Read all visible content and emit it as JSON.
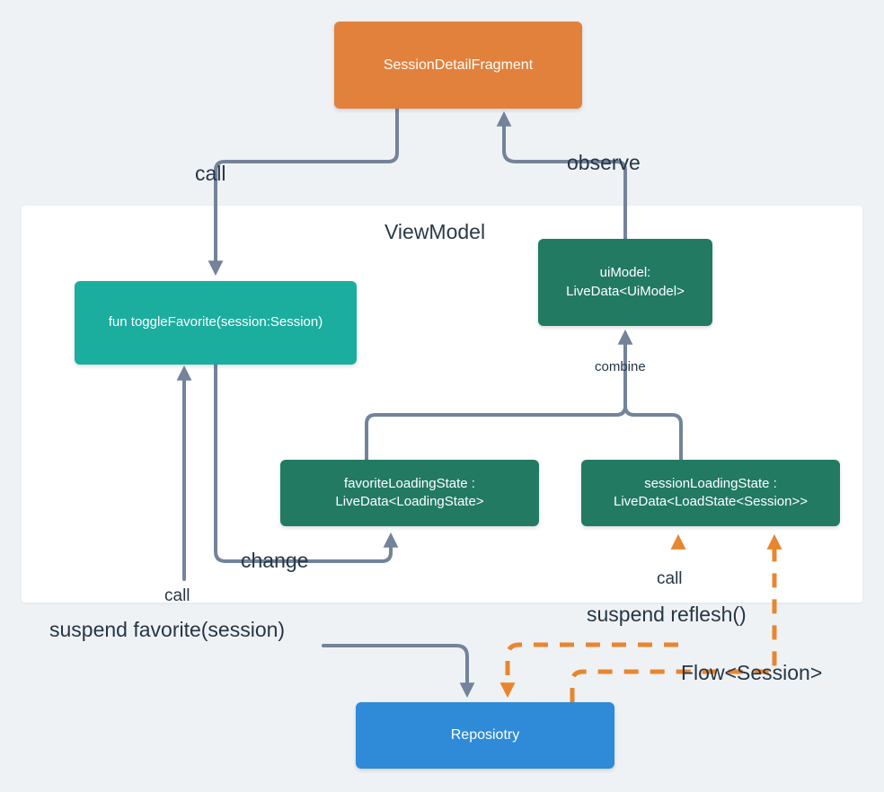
{
  "diagram": {
    "title": "ViewModel architecture flow",
    "background_color": "#eff2f5",
    "panel": {
      "label": "ViewModel",
      "background_color": "#ffffff"
    },
    "colors": {
      "fragment": "#e2813c",
      "function": "#1bae9e",
      "livedata": "#227a63",
      "repository": "#2f8bd8",
      "solid_edge": "#73839a",
      "dashed_edge": "#e8862f",
      "label_text": "#253746"
    },
    "nodes": {
      "fragment": {
        "label": "SessionDetailFragment"
      },
      "toggle_favorite": {
        "label": "fun toggleFavorite(session:Session)"
      },
      "ui_model": {
        "label": "uiModel:\nLiveData<UiModel>"
      },
      "favorite_loading_state": {
        "label": "favoriteLoadingState :\nLiveData<LoadingState>"
      },
      "session_loading_state": {
        "label": "sessionLoadingState :\nLiveData<LoadState<Session>>"
      },
      "repository": {
        "label": "Reposiotry"
      }
    },
    "edge_labels": {
      "call_fragment_to_toggle": "call",
      "observe_uimodel_to_fragment": "observe",
      "combine_states_to_uimodel": "combine",
      "change_toggle_to_favorite_state": "change",
      "call_toggle_to_repo": "call",
      "suspend_favorite": "suspend favorite(session)",
      "call_session_state_to_repo": "call",
      "suspend_reflesh": "suspend reflesh()",
      "flow_session": "Flow<Session>"
    }
  }
}
